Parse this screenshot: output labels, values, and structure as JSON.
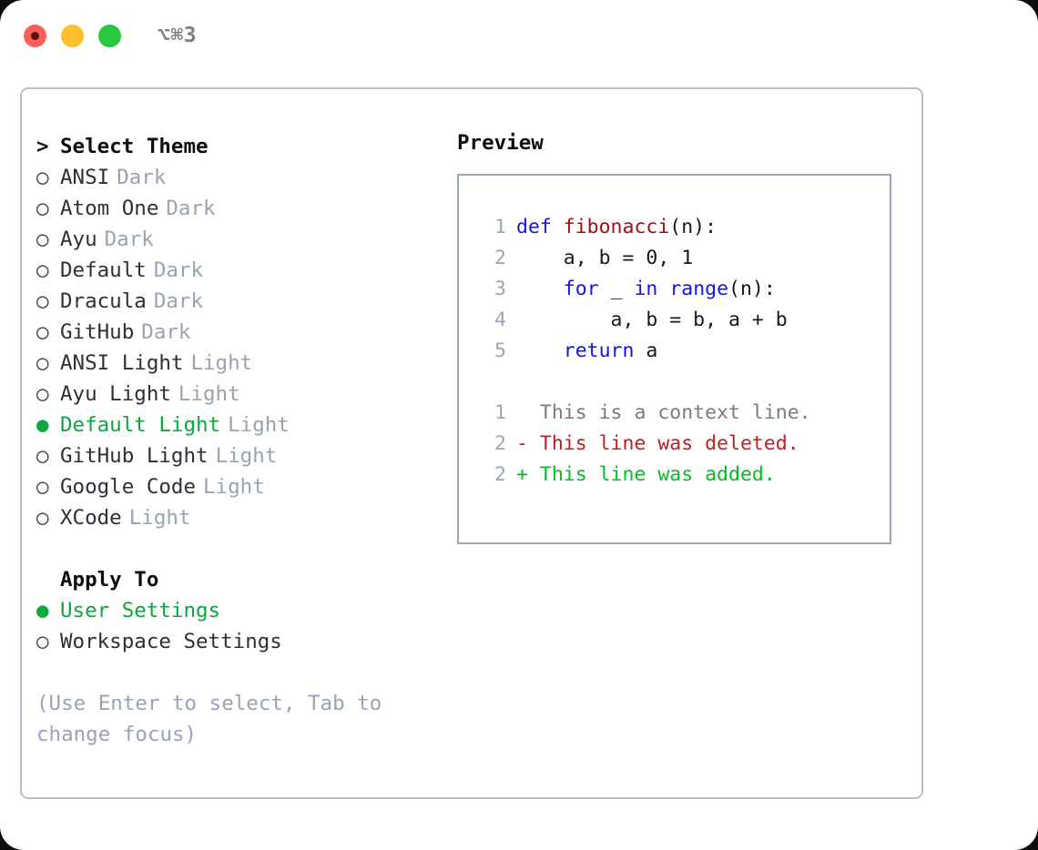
{
  "window": {
    "shortcut": "⌥⌘3",
    "traffic_lights": [
      "close-red",
      "minimize-yellow",
      "maximize-green"
    ]
  },
  "theme_picker": {
    "caret": ">",
    "heading": "Select Theme",
    "marker_unselected": "○",
    "marker_selected": "●",
    "items": [
      {
        "label": "ANSI",
        "suffix": "Dark",
        "selected": false
      },
      {
        "label": "Atom One",
        "suffix": "Dark",
        "selected": false
      },
      {
        "label": "Ayu",
        "suffix": "Dark",
        "selected": false
      },
      {
        "label": "Default",
        "suffix": "Dark",
        "selected": false
      },
      {
        "label": "Dracula",
        "suffix": "Dark",
        "selected": false
      },
      {
        "label": "GitHub",
        "suffix": "Dark",
        "selected": false
      },
      {
        "label": "ANSI Light",
        "suffix": "Light",
        "selected": false
      },
      {
        "label": "Ayu Light",
        "suffix": "Light",
        "selected": false
      },
      {
        "label": "Default Light",
        "suffix": "Light",
        "selected": true
      },
      {
        "label": "GitHub Light",
        "suffix": "Light",
        "selected": false
      },
      {
        "label": "Google Code",
        "suffix": "Light",
        "selected": false
      },
      {
        "label": "XCode",
        "suffix": "Light",
        "selected": false
      }
    ]
  },
  "apply_to": {
    "heading": "Apply To",
    "items": [
      {
        "label": "User Settings",
        "selected": true
      },
      {
        "label": "Workspace Settings",
        "selected": false
      }
    ]
  },
  "hint": "(Use Enter to select, Tab to change focus)",
  "preview": {
    "title": "Preview",
    "code_lines": [
      {
        "no": "1",
        "segments": [
          {
            "t": "def ",
            "c": "kw"
          },
          {
            "t": "fibonacci",
            "c": "fn"
          },
          {
            "t": "(n):",
            "c": "plain"
          }
        ]
      },
      {
        "no": "2",
        "segments": [
          {
            "t": "    a, b = 0, 1",
            "c": "plain"
          }
        ]
      },
      {
        "no": "3",
        "segments": [
          {
            "t": "    ",
            "c": "plain"
          },
          {
            "t": "for",
            "c": "kw"
          },
          {
            "t": " _ ",
            "c": "plain"
          },
          {
            "t": "in",
            "c": "kw"
          },
          {
            "t": " ",
            "c": "plain"
          },
          {
            "t": "range",
            "c": "kw"
          },
          {
            "t": "(n):",
            "c": "plain"
          }
        ]
      },
      {
        "no": "4",
        "segments": [
          {
            "t": "        a, b = b, a + b",
            "c": "plain"
          }
        ]
      },
      {
        "no": "5",
        "segments": [
          {
            "t": "    ",
            "c": "plain"
          },
          {
            "t": "return",
            "c": "kw"
          },
          {
            "t": " a",
            "c": "plain"
          }
        ]
      }
    ],
    "diff_lines": [
      {
        "no": "1",
        "text": "  This is a context line.",
        "kind": "ctx"
      },
      {
        "no": "2",
        "text": "- This line was deleted.",
        "kind": "del"
      },
      {
        "no": "2",
        "text": "+ This line was added.",
        "kind": "add"
      }
    ]
  },
  "colors": {
    "accent_green": "#0aa93c",
    "muted": "#9aa3b2",
    "border": "#b7bfcc",
    "panel_border": "#9aa5b6",
    "keyword": "#1414e6",
    "function": "#a01010",
    "diff_add": "#00bf22",
    "diff_del": "#bf1f1f"
  }
}
